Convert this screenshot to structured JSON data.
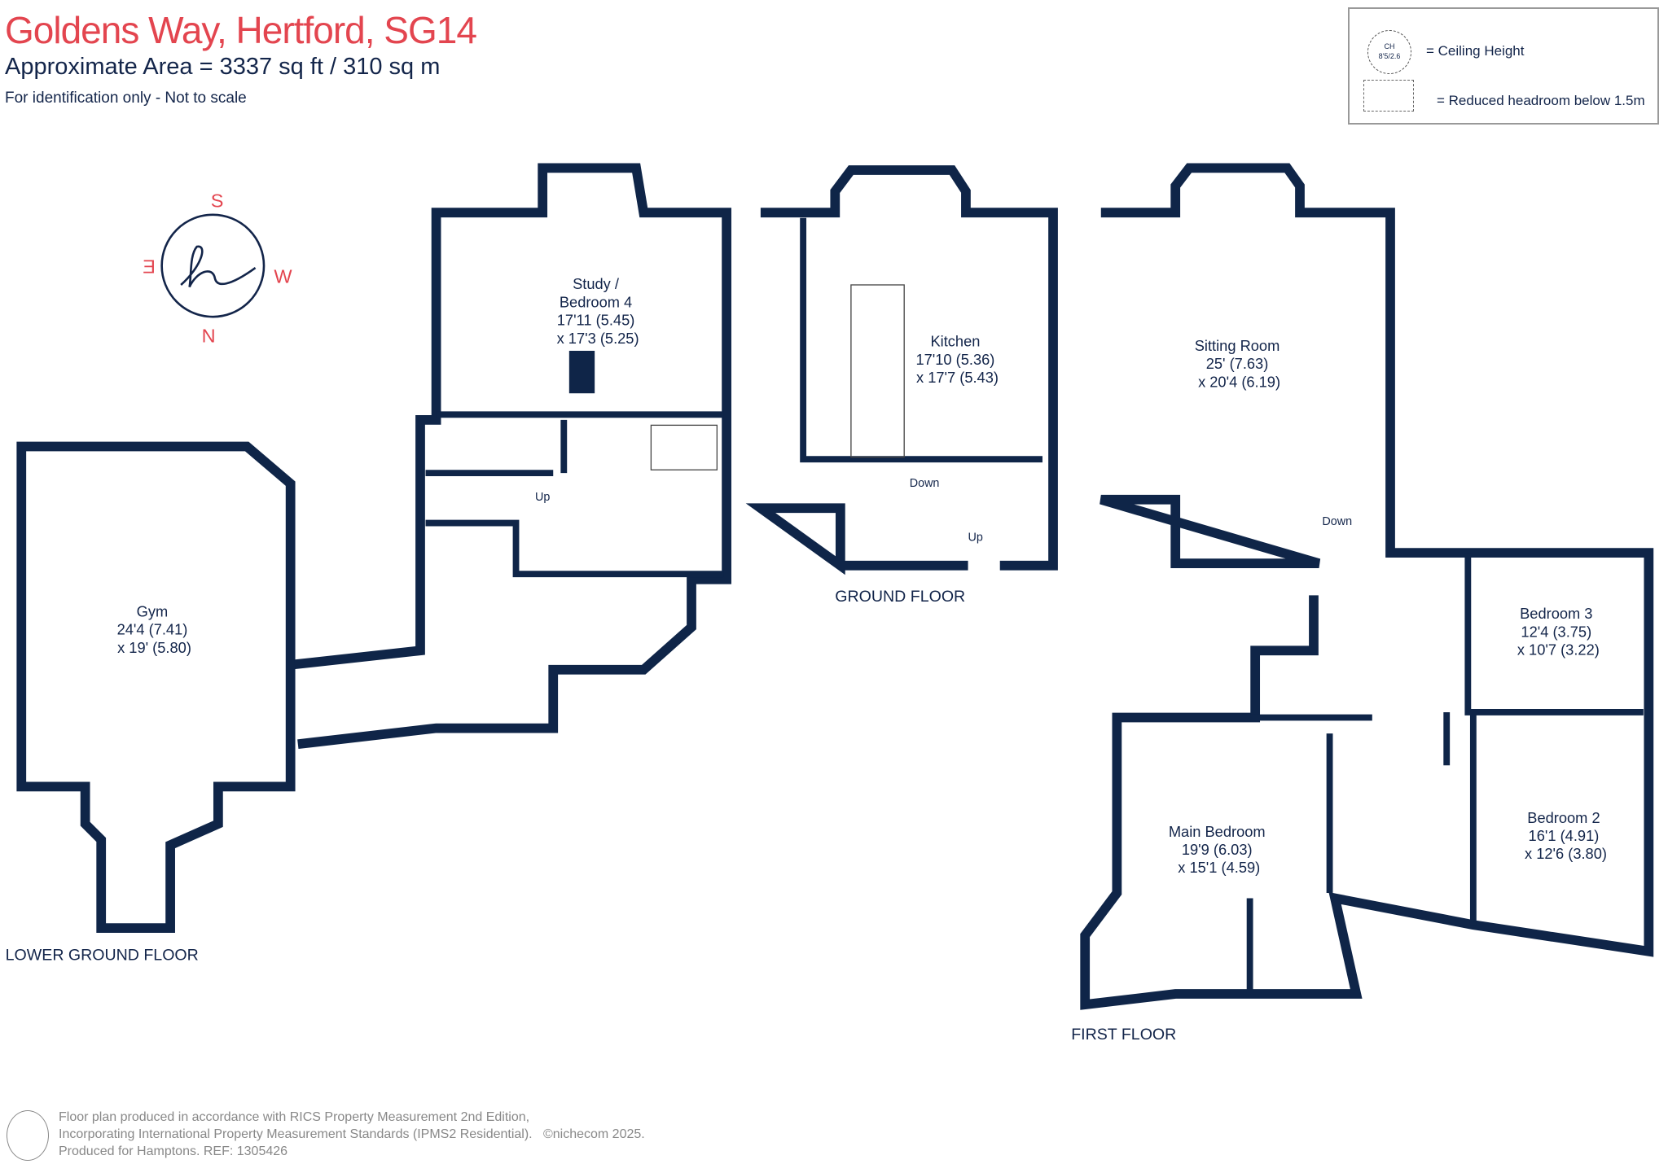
{
  "header": {
    "title": "Goldens Way, Hertford, SG14",
    "area": "Approximate Area = 3337 sq ft / 310 sq m",
    "note": "For identification only - Not to scale"
  },
  "legend": {
    "ceiling_symbol_line1": "CH",
    "ceiling_symbol_line2": "8'5/2.6",
    "ceiling_label": "= Ceiling Height",
    "headroom_label": "= Reduced headroom below 1.5m"
  },
  "compass": {
    "top": "S",
    "bottom": "N",
    "left": "E",
    "right": "W"
  },
  "floors": {
    "lower_ground": "LOWER GROUND FLOOR",
    "ground": "GROUND FLOOR",
    "first": "FIRST FLOOR"
  },
  "rooms": {
    "study": [
      "Study /",
      "Bedroom 4",
      "17'11 (5.45)",
      "x 17'3 (5.25)"
    ],
    "kitchen": [
      "Kitchen",
      "17'10 (5.36)",
      "x 17'7 (5.43)"
    ],
    "sitting": [
      "Sitting Room",
      "25' (7.63)",
      "x 20'4 (6.19)"
    ],
    "gym": [
      "Gym",
      "24'4 (7.41)",
      "x 19' (5.80)"
    ],
    "bedroom3": [
      "Bedroom 3",
      "12'4 (3.75)",
      "x 10'7 (3.22)"
    ],
    "bedroom2": [
      "Bedroom 2",
      "16'1 (4.91)",
      "x 12'6 (3.80)"
    ],
    "main": [
      "Main Bedroom",
      "19'9 (6.03)",
      "x 15'1 (4.59)"
    ]
  },
  "stairs": {
    "lg_up": "Up",
    "g_down": "Down",
    "g_up": "Up",
    "f_down": "Down"
  },
  "footer": {
    "line1": "Floor plan produced in accordance with RICS Property Measurement 2nd Edition,",
    "line2": "Incorporating International Property Measurement Standards (IPMS2 Residential).",
    "copyright": "©nichecom 2025.",
    "line3": "Produced for Hamptons.  REF:  1305426"
  },
  "colors": {
    "wall": "#0f2548",
    "title": "#e3454f"
  }
}
